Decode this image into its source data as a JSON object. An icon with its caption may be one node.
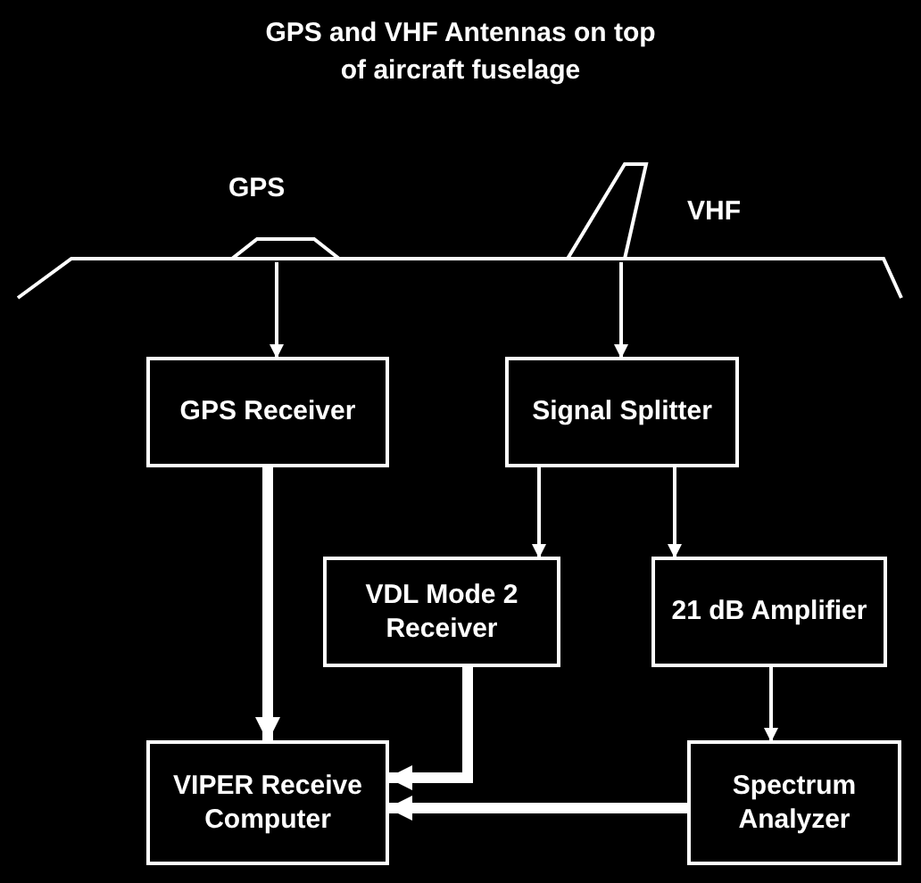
{
  "diagram": {
    "title": "GPS and VHF Antennas on top of aircraft fuselage",
    "nodes": [
      {
        "text": [],
        "shape": "picture"
      },
      {
        "text": [],
        "shape": "picture"
      },
      {
        "text": [
          "GPS Receiver"
        ]
      },
      {
        "text": [
          "Signal Splitter"
        ]
      },
      {
        "text": [
          "VDL Mode 2 Receiver"
        ]
      },
      {
        "text": [
          "21 dB Amplifier"
        ]
      },
      {
        "text": [
          "VIPER Receive Computer"
        ]
      },
      {
        "text": [
          "Spectrum Analyzer"
        ]
      }
    ],
    "edges": [
      {
        "from": 0,
        "to": 2,
        "arrow": "to"
      },
      {
        "from": 1,
        "to": 3,
        "arrow": "to"
      },
      {
        "from": 3,
        "to": 4,
        "arrow": "to"
      },
      {
        "from": 3,
        "to": 5,
        "arrow": "to"
      },
      {
        "from": 5,
        "to": 7,
        "arrow": "to"
      },
      {
        "from": 2,
        "to": 6,
        "arrow": "to",
        "style": "thick"
      },
      {
        "from": 4,
        "to": 6,
        "arrow": "to",
        "style": "thick"
      },
      {
        "from": 7,
        "to": 6,
        "arrow": "to",
        "style": "thick"
      }
    ],
    "labels": [
      "GPS",
      "VHF"
    ]
  }
}
